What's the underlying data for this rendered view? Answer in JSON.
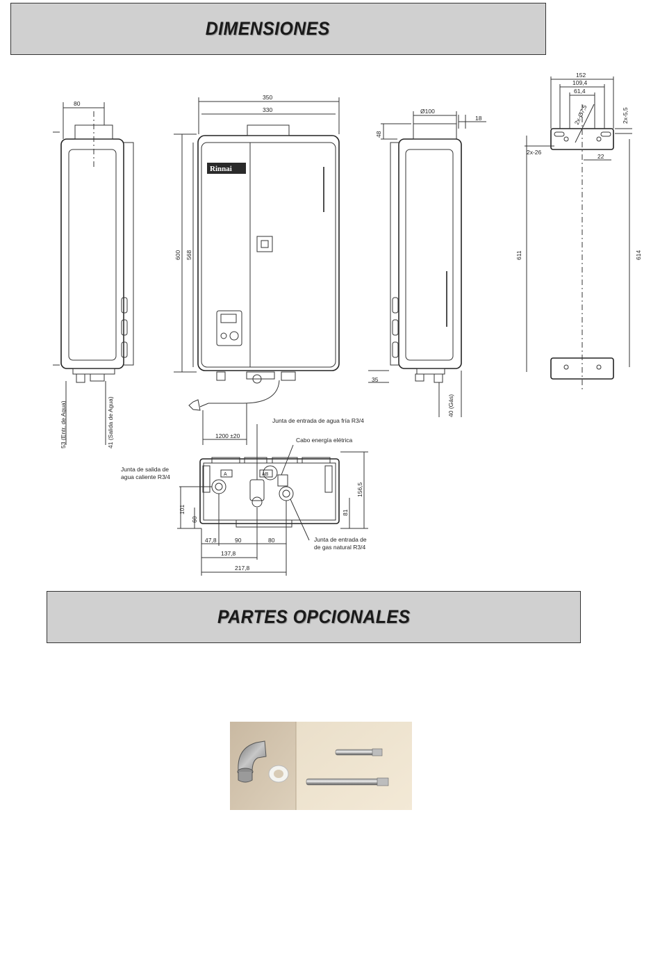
{
  "headings": {
    "dimensions": "DIMENSIONES",
    "optional_parts": "PARTES OPCIONALES"
  },
  "brand": "Rinnai",
  "dimensions": {
    "side_left": {
      "top_width": "80",
      "inlet_label": "53 (Entr. de Agua)",
      "outlet_label": "41 (Salida de Agua)"
    },
    "front": {
      "overall_width": "350",
      "inner_width": "330",
      "height_outer": "600",
      "height_inner": "568",
      "cable": "1200 ±20"
    },
    "side_right": {
      "flue_diameter": "Ø100",
      "offset_top": "18",
      "flue_height": "48",
      "base": "35",
      "gas_label": "40 (Gás)"
    },
    "bracket": {
      "w1": "152",
      "w2": "109,4",
      "w3": "61,4",
      "holes": "2x-Ø7,5",
      "slots_right": "2x-5,5",
      "slots_left": "2x-26",
      "gap": "22",
      "h_left": "611",
      "h_right": "614"
    },
    "bottom": {
      "cold_water_joint": "Junta de entrada de agua fría R3/4",
      "power_cable": "Cabo energía elétrica",
      "hot_water_joint_line1": "Junta de salida de",
      "hot_water_joint_line2": "agua caliente R3/4",
      "gas_joint_line1": "Junta de entrada de",
      "gas_joint_line2": "de gas natural R3/4",
      "d1": "47,8",
      "d2": "90",
      "d3": "80",
      "d4": "137,8",
      "d5": "217,8",
      "h1": "101",
      "h2": "60",
      "h3": "81",
      "h4": "156,5",
      "mark_hot": "A",
      "mark_cold": "AB"
    }
  },
  "photo": {
    "items": [
      "flue-elbow",
      "gasket-ring",
      "short-gas-pipe",
      "long-gas-pipe"
    ]
  }
}
